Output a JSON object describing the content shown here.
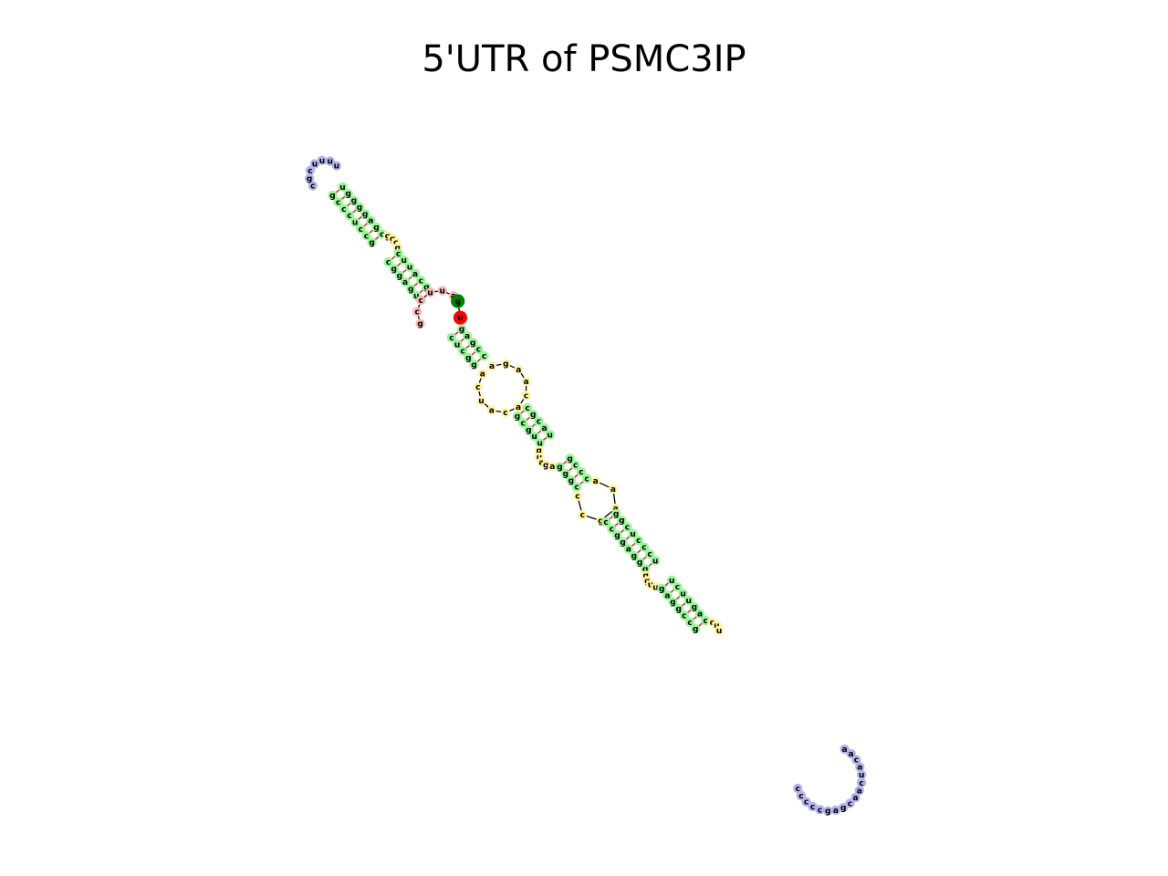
{
  "title": "5'UTR of PSMC3IP",
  "colors": {
    "paired": "#98F598",
    "unpaired": "#FFF3A3",
    "hairpin_loop": "#B4B4EC",
    "multi_loop": "#F6B6B6",
    "five_prime": "#008000",
    "three_prime": "#FF0000",
    "pair_bond": "#E03030",
    "backbone": "#000000"
  },
  "structure": {
    "stem_1": {
      "strand_a": [
        "u",
        "g",
        "g",
        "g",
        "g",
        "a",
        "g",
        "c"
      ],
      "strand_b": [
        "g",
        "c",
        "c",
        "c",
        "u",
        "c",
        "c",
        "g"
      ]
    },
    "hairpin_loop_1": [
      "c",
      "g",
      "c",
      "u",
      "u",
      "u",
      "u"
    ],
    "internal_loop_1": [
      "g",
      "g",
      "c",
      "g"
    ],
    "stem_2": {
      "strand_a": [
        "c",
        "u",
        "u",
        "a",
        "c",
        "g"
      ],
      "strand_b": [
        "c",
        "g",
        "g",
        "a",
        "g",
        "u"
      ]
    },
    "multi_loop": [
      "g",
      "c",
      "c",
      "u",
      "u",
      "a"
    ],
    "five_prime_label": "g",
    "three_prime_label": "u",
    "stem_3": {
      "strand_a": [
        "g",
        "a",
        "g",
        "c",
        "c"
      ],
      "strand_b": [
        "c",
        "u",
        "c",
        "g",
        "g"
      ]
    },
    "internal_loop_2": [
      "a",
      "g",
      "a",
      "a",
      "c",
      "a",
      "c",
      "a",
      "u",
      "c",
      "a"
    ],
    "stem_4": {
      "strand_a": [
        "c",
        "g",
        "c",
        "a",
        "u"
      ],
      "strand_b": [
        "g",
        "c",
        "g",
        "u",
        "u"
      ]
    },
    "internal_loop_3": [
      "g",
      "u",
      "a",
      "g",
      "a"
    ],
    "stem_5": {
      "strand_a": [
        "g",
        "c",
        "c",
        "c"
      ],
      "strand_b": [
        "g",
        "g",
        "g",
        "c"
      ]
    },
    "internal_loop_4": [
      "a",
      "a",
      "a",
      "g",
      "c",
      "c"
    ],
    "stem_6": {
      "strand_a": [
        "g",
        "g",
        "c",
        "u",
        "c",
        "c",
        "c",
        "u"
      ],
      "strand_b": [
        "c",
        "c",
        "g",
        "g",
        "a",
        "g",
        "g",
        "g"
      ]
    },
    "internal_loop_5": [
      "g",
      "g",
      "u",
      "u"
    ],
    "stem_7": {
      "strand_a": [
        "u",
        "c",
        "u",
        "u",
        "g",
        "a",
        "c"
      ],
      "strand_b": [
        "g",
        "a",
        "g",
        "g",
        "c",
        "c",
        "g"
      ]
    },
    "internal_loop_6": [
      "c",
      "u",
      "u"
    ],
    "hairpin_loop_2": [
      "a",
      "a",
      "c",
      "a",
      "u",
      "c",
      "a",
      "a",
      "c",
      "g",
      "a",
      "g",
      "c",
      "c",
      "c",
      "c",
      "c"
    ]
  }
}
